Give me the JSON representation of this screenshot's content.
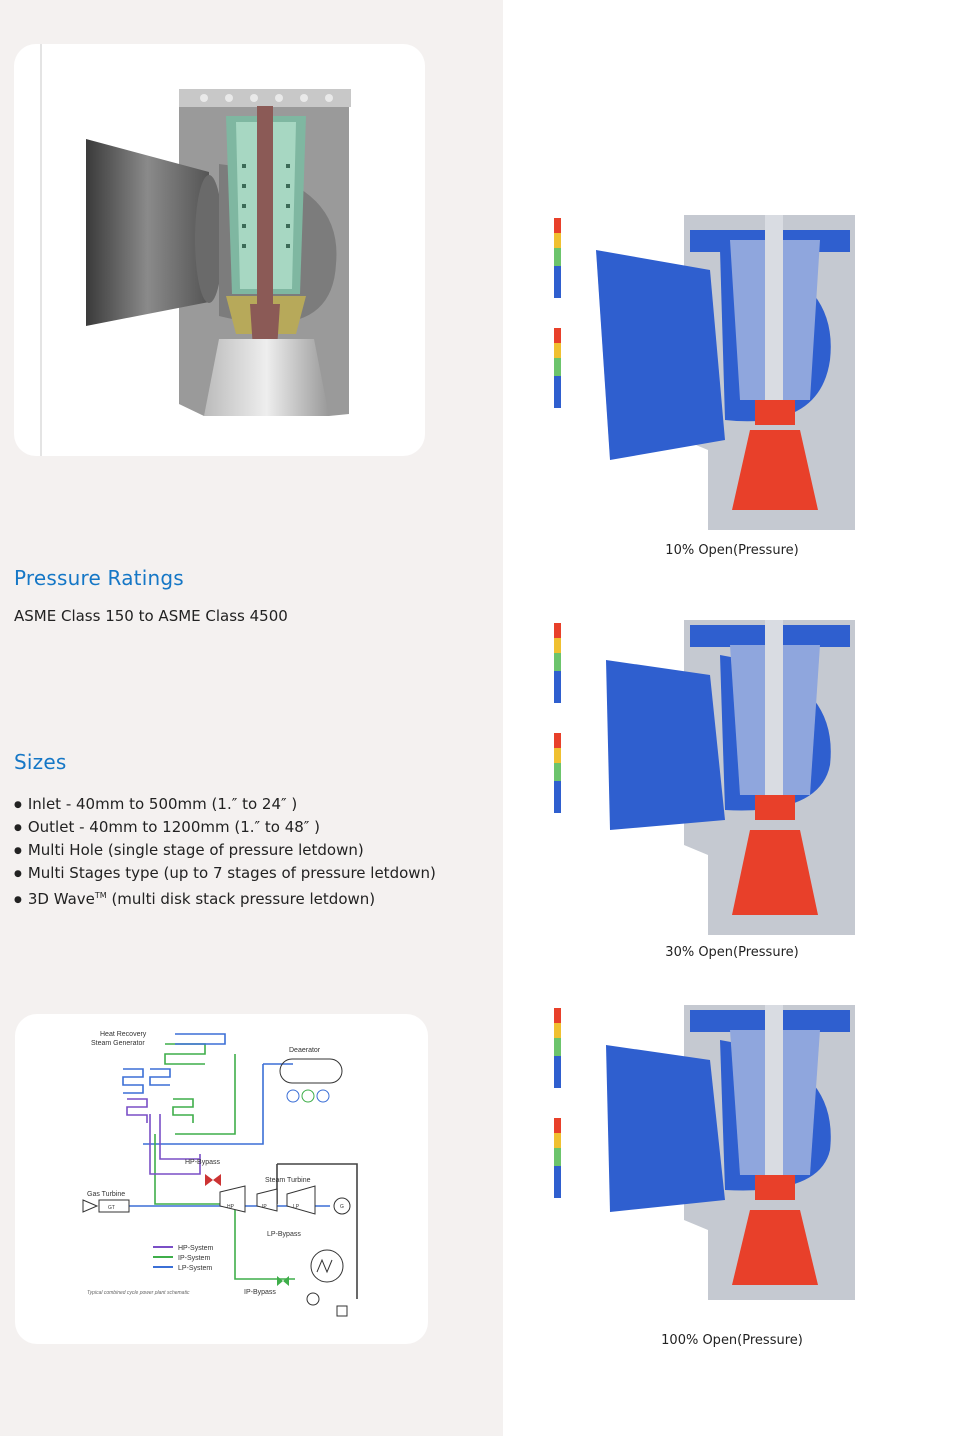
{
  "pressure_ratings": {
    "heading": "Pressure Ratings",
    "text": "ASME Class 150 to ASME Class 4500"
  },
  "sizes": {
    "heading": "Sizes",
    "items": [
      "Inlet - 40mm to 500mm (1.″ to 24″ )",
      "Outlet - 40mm to 1200mm (1.″ to 48″ )",
      "Multi Hole (single stage of pressure letdown)",
      "Multi Stages type (up to 7 stages of pressure letdown)"
    ],
    "item5_pre": "3D Wave",
    "item5_sup": "TM",
    "item5_post": " (multi disk stack pressure letdown)"
  },
  "schematic": {
    "hrsg": "Heat Recovery",
    "hrsg2": "Steam Generator",
    "deaerator": "Deaerator",
    "hp_bypass": "HP-Bypass",
    "steam_turbine": "Steam Turbine",
    "gas_turbine": "Gas Turbine",
    "gt": "GT",
    "hp": "HP",
    "ip": "IP",
    "lp": "LP",
    "g": "G",
    "lp_bypass": "LP-Bypass",
    "ip_bypass": "IP-Bypass",
    "legend_hp": "HP-System",
    "legend_ip": "IP-System",
    "legend_lp": "LP-System",
    "caption": "Typical combined cycle power plant schematic"
  },
  "simulations": [
    {
      "caption": "10% Open(Pressure)"
    },
    {
      "caption": "30% Open(Pressure)"
    },
    {
      "caption": "100% Open(Pressure)"
    }
  ],
  "colors": {
    "heading_blue": "#1577c6",
    "hp_line": "#7a4fc6",
    "ip_line": "#3fae4a",
    "lp_line": "#3b6fd6",
    "sim_blue": "#2f5fcf",
    "sim_red": "#e8402a"
  }
}
